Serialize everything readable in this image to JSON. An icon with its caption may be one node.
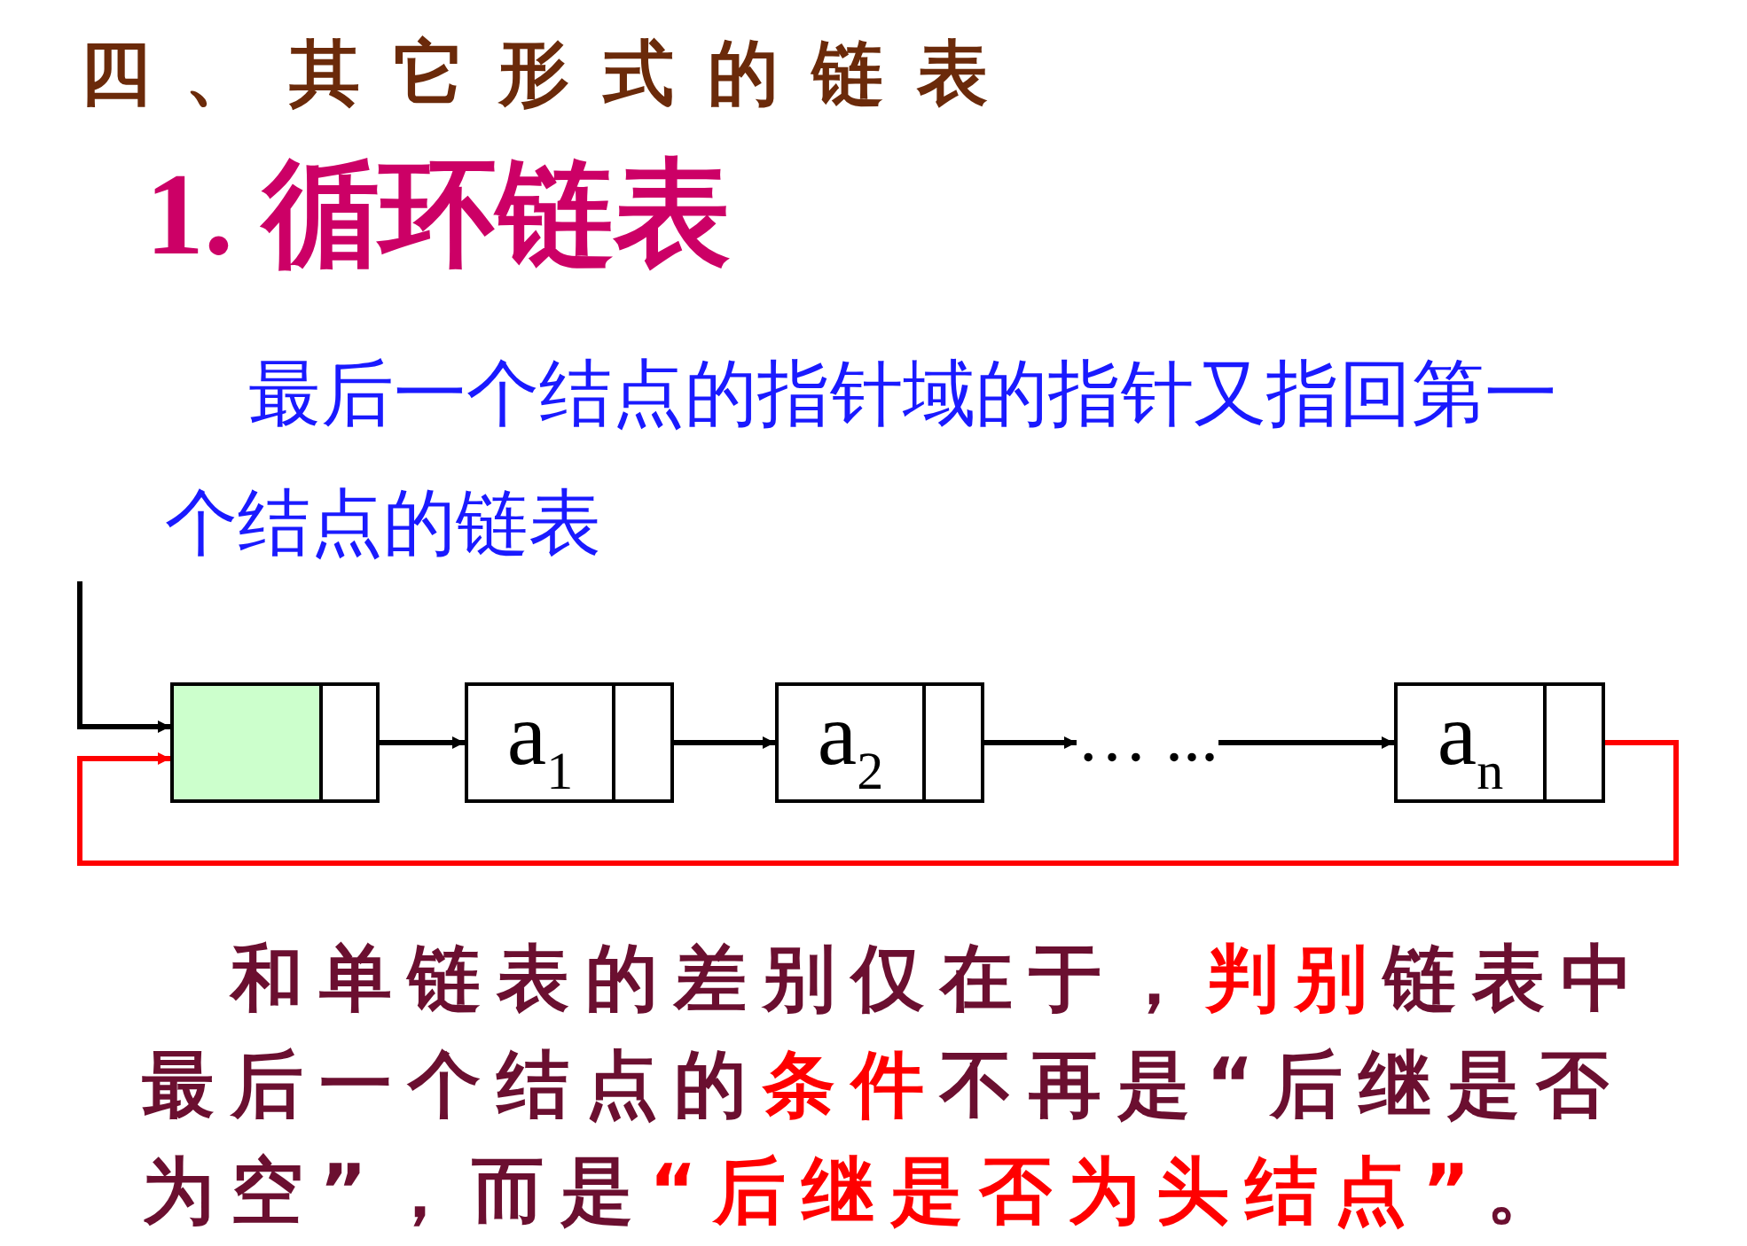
{
  "diagram": {
    "title": "四、其它形式的链表",
    "nodes": [
      {
        "text": [],
        "shape": "box"
      },
      {
        "text": [
          "a$_{1}$"
        ]
      },
      {
        "text": [
          "a$_{2}$"
        ]
      },
      {
        "text": [
          "… ..."
        ]
      },
      {
        "text": [
          "a$_{n}$"
        ]
      }
    ],
    "edges": [
      {
        "from": null,
        "to": 0,
        "arrow": "to"
      },
      {
        "from": 0,
        "to": 1,
        "arrow": "to"
      },
      {
        "from": 1,
        "to": 2,
        "arrow": "to"
      },
      {
        "from": 2,
        "to": 3,
        "arrow": "to"
      },
      {
        "from": 3,
        "to": 4,
        "arrow": "to"
      },
      {
        "from": 4,
        "to": 0,
        "arrow": "to",
        "color": "#ff0000"
      }
    ],
    "labels": [
      "1. 循环链表",
      "最后一个结点的指针域的指针又指回第一个结点的链表",
      "和单链表的差别仅在于，**判别**链表中最后一个结点的**条件**不再是“后继是否为空”，而是**“后继是否为头结点”**。"
    ]
  }
}
